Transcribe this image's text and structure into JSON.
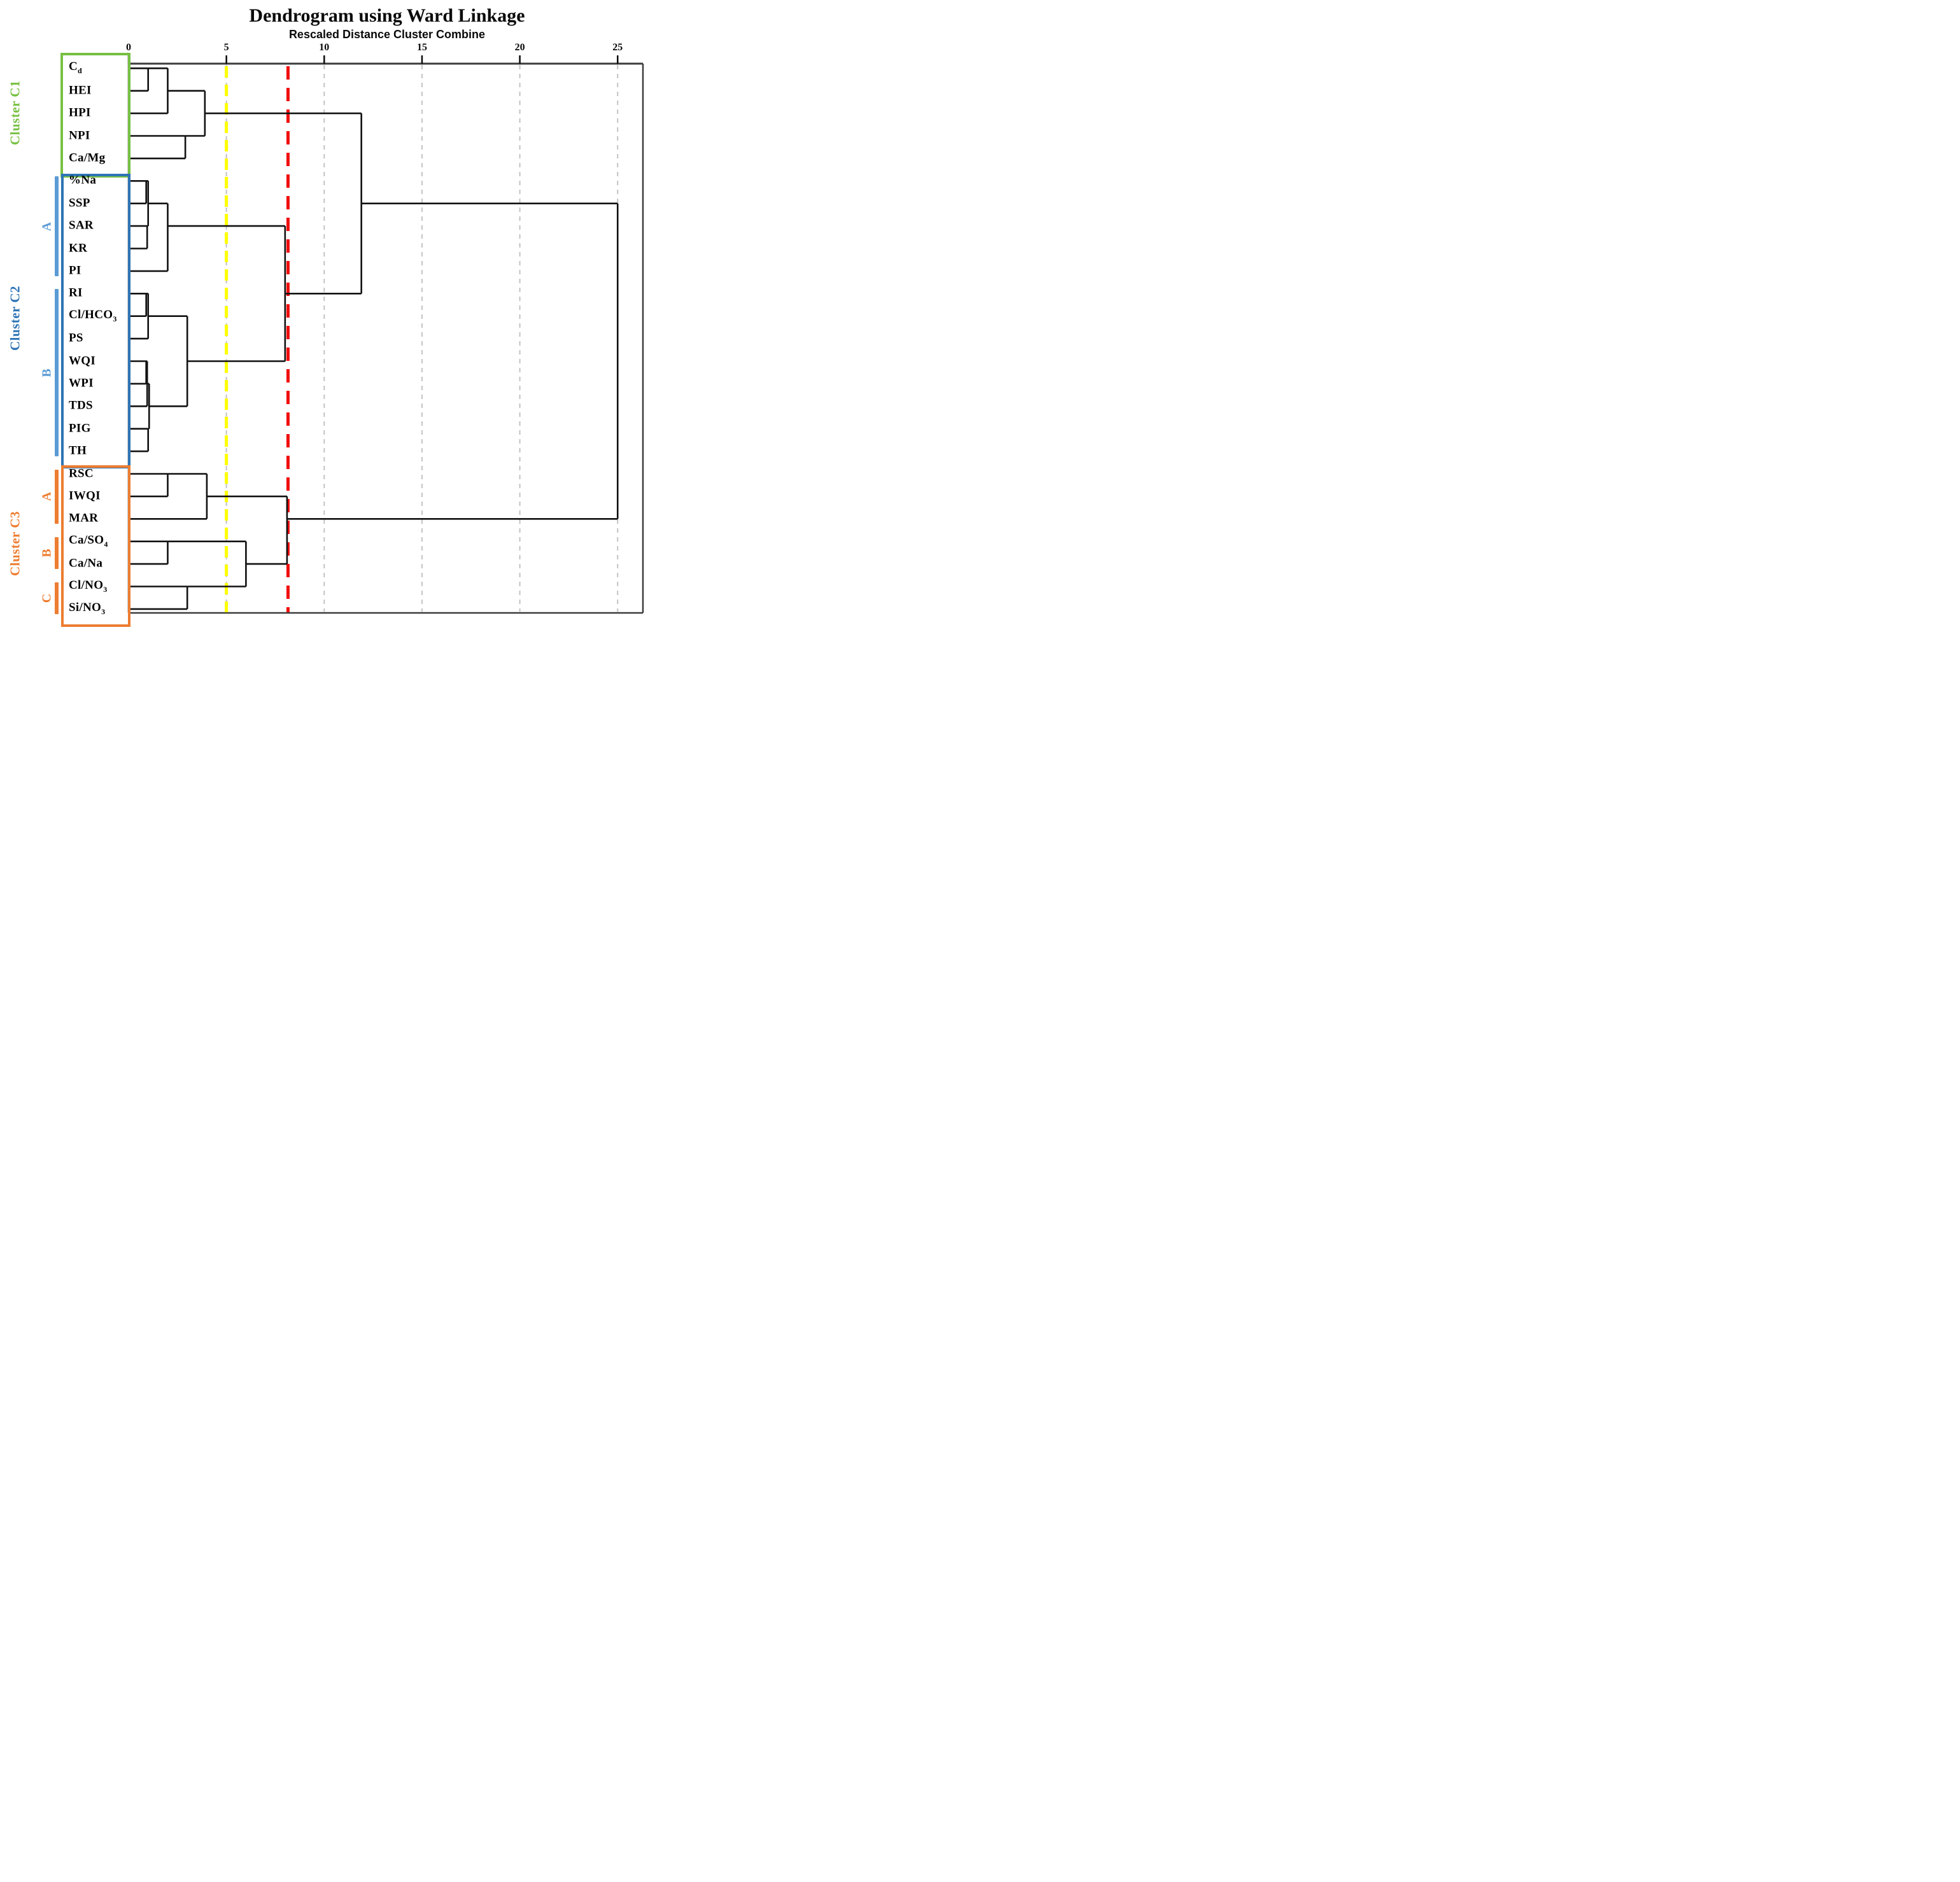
{
  "chart_data": {
    "type": "dendrogram",
    "title": "Dendrogram using Ward Linkage",
    "subtitle": "Rescaled Distance Cluster Combine",
    "axis": {
      "label": "Rescaled Distance Cluster Combine",
      "ticks": [
        0,
        5,
        10,
        15,
        20,
        25
      ],
      "range": [
        0,
        25
      ],
      "position": "top"
    },
    "leaves": [
      {
        "base": "C",
        "sub": "d",
        "cluster": "C1"
      },
      {
        "base": "HEI",
        "sub": "",
        "cluster": "C1"
      },
      {
        "base": "HPI",
        "sub": "",
        "cluster": "C1"
      },
      {
        "base": "NPI",
        "sub": "",
        "cluster": "C1"
      },
      {
        "base": "Ca/Mg",
        "sub": "",
        "cluster": "C1"
      },
      {
        "base": "%Na",
        "sub": "",
        "cluster": "C2"
      },
      {
        "base": "SSP",
        "sub": "",
        "cluster": "C2"
      },
      {
        "base": "SAR",
        "sub": "",
        "cluster": "C2"
      },
      {
        "base": "KR",
        "sub": "",
        "cluster": "C2"
      },
      {
        "base": "PI",
        "sub": "",
        "cluster": "C2"
      },
      {
        "base": "RI",
        "sub": "",
        "cluster": "C2"
      },
      {
        "base": "Cl/HCO",
        "sub": "3",
        "cluster": "C2"
      },
      {
        "base": "PS",
        "sub": "",
        "cluster": "C2"
      },
      {
        "base": "WQI",
        "sub": "",
        "cluster": "C2"
      },
      {
        "base": "WPI",
        "sub": "",
        "cluster": "C2"
      },
      {
        "base": "TDS",
        "sub": "",
        "cluster": "C2"
      },
      {
        "base": "PIG",
        "sub": "",
        "cluster": "C2"
      },
      {
        "base": "TH",
        "sub": "",
        "cluster": "C2"
      },
      {
        "base": "RSC",
        "sub": "",
        "cluster": "C3"
      },
      {
        "base": "IWQI",
        "sub": "",
        "cluster": "C3"
      },
      {
        "base": "MAR",
        "sub": "",
        "cluster": "C3"
      },
      {
        "base": "Ca/SO",
        "sub": "4",
        "cluster": "C3"
      },
      {
        "base": "Ca/Na",
        "sub": "",
        "cluster": "C3"
      },
      {
        "base": "Cl/NO",
        "sub": "3",
        "cluster": "C3"
      },
      {
        "base": "Si/NO",
        "sub": "3",
        "cluster": "C3"
      }
    ],
    "merges": [
      {
        "id": "M1",
        "a": "L0",
        "b": "L1",
        "d": 1.0,
        "out": 0
      },
      {
        "id": "M2",
        "a": "M1",
        "b": "L2",
        "d": 2.0,
        "out": 1
      },
      {
        "id": "M3",
        "a": "L3",
        "b": "L4",
        "d": 2.9,
        "out": 3
      },
      {
        "id": "M4",
        "a": "M2",
        "b": "M3",
        "d": 3.9,
        "out": 2
      },
      {
        "id": "M5",
        "a": "L5",
        "b": "L6",
        "d": 0.9,
        "out": 5
      },
      {
        "id": "M6",
        "a": "L7",
        "b": "L8",
        "d": 0.95,
        "out": 7
      },
      {
        "id": "M7",
        "a": "M5",
        "b": "M6",
        "d": 1.0,
        "out": 6
      },
      {
        "id": "M8",
        "a": "M7",
        "b": "L9",
        "d": 2.0,
        "out": 7
      },
      {
        "id": "M9",
        "a": "L10",
        "b": "L11",
        "d": 0.9,
        "out": 10
      },
      {
        "id": "M10",
        "a": "M9",
        "b": "L12",
        "d": 1.0,
        "out": 11
      },
      {
        "id": "M11",
        "a": "L13",
        "b": "L14",
        "d": 0.9,
        "out": 13
      },
      {
        "id": "M12",
        "a": "M11",
        "b": "L15",
        "d": 0.95,
        "out": 14
      },
      {
        "id": "M13",
        "a": "L16",
        "b": "L17",
        "d": 1.0,
        "out": 16
      },
      {
        "id": "M14",
        "a": "M12",
        "b": "M13",
        "d": 1.05,
        "out": 15
      },
      {
        "id": "M15",
        "a": "M10",
        "b": "M14",
        "d": 3.0,
        "out": 13
      },
      {
        "id": "M16",
        "a": "M8",
        "b": "M15",
        "d": 8.0,
        "out": 10
      },
      {
        "id": "M17",
        "a": "M4",
        "b": "M16",
        "d": 11.9,
        "out": 6
      },
      {
        "id": "M18",
        "a": "L18",
        "b": "L19",
        "d": 2.0,
        "out": 18
      },
      {
        "id": "M19",
        "a": "M18",
        "b": "L20",
        "d": 4.0,
        "out": 19
      },
      {
        "id": "M20",
        "a": "L21",
        "b": "L22",
        "d": 2.0,
        "out": 21
      },
      {
        "id": "M21",
        "a": "L23",
        "b": "L24",
        "d": 3.0,
        "out": 23
      },
      {
        "id": "M22",
        "a": "M20",
        "b": "M21",
        "d": 6.0,
        "out": 22
      },
      {
        "id": "M23",
        "a": "M19",
        "b": "M22",
        "d": 8.1,
        "out": 20
      },
      {
        "id": "M24",
        "a": "M17",
        "b": "M23",
        "d": 25.0,
        "out": null
      }
    ],
    "reference_lines": [
      {
        "name": "grid-5",
        "d": 5,
        "color": "#c3c3c3",
        "style": "dashed-fine"
      },
      {
        "name": "grid-10",
        "d": 10,
        "color": "#c3c3c3",
        "style": "dashed-fine"
      },
      {
        "name": "grid-15",
        "d": 15,
        "color": "#c3c3c3",
        "style": "dashed-fine"
      },
      {
        "name": "grid-20",
        "d": 20,
        "color": "#c3c3c3",
        "style": "dashed-fine"
      },
      {
        "name": "grid-25",
        "d": 25,
        "color": "#c3c3c3",
        "style": "dashed-fine"
      },
      {
        "name": "phenon-yellow",
        "d": 5,
        "color": "#ffff00",
        "style": "dashed-bold"
      },
      {
        "name": "phenon-red",
        "d": 8.15,
        "color": "#f10e0e",
        "style": "dashed-bold"
      }
    ],
    "clusters": [
      {
        "id": "C1",
        "name": "Cluster C1",
        "color": "#77c043",
        "rows": [
          0,
          4
        ],
        "groups": []
      },
      {
        "id": "C2",
        "name": "Cluster C2",
        "color": "#2e74b5",
        "bar_color": "#5b9bd5",
        "rows": [
          5,
          17
        ],
        "groups": [
          {
            "label": "A",
            "rows": [
              5,
              9
            ]
          },
          {
            "label": "B",
            "rows": [
              10,
              17
            ]
          }
        ]
      },
      {
        "id": "C3",
        "name": "Cluster C3",
        "color": "#ed7d31",
        "bar_color": "#ed7d31",
        "rows": [
          18,
          24
        ],
        "groups": [
          {
            "label": "A",
            "rows": [
              18,
              20
            ]
          },
          {
            "label": "B",
            "rows": [
              21,
              22
            ]
          },
          {
            "label": "C",
            "rows": [
              23,
              24
            ]
          }
        ]
      }
    ]
  }
}
